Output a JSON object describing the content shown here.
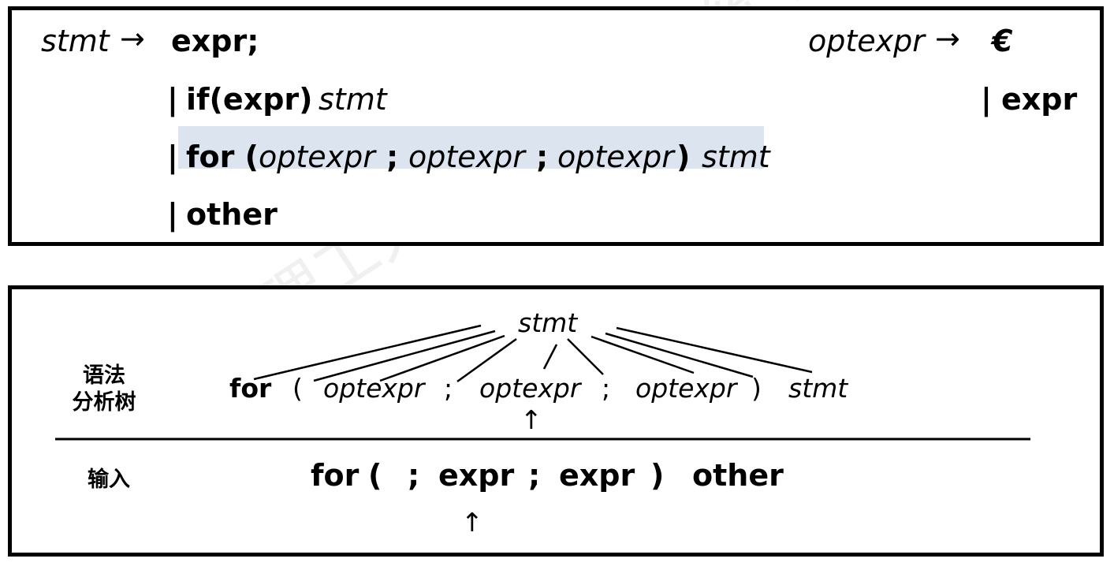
{
  "grammar": {
    "stmt_head": "stmt",
    "arrow": "→",
    "rule1": "expr;",
    "alt_bar": "|",
    "rule2_kw": "if(expr)",
    "rule2_nt": "stmt",
    "rule3_for": "for (",
    "rule3_opt1": "optexpr",
    "rule3_semi1": ";",
    "rule3_opt2": "optexpr",
    "rule3_semi2": ";",
    "rule3_opt3": "optexpr",
    "rule3_close": ")",
    "rule3_stmt": "stmt",
    "rule4": "other",
    "opt_head": "optexpr",
    "opt_eps": "€",
    "opt_alt": "expr"
  },
  "parse_tree": {
    "root": "stmt",
    "row_label": "语法\n分析树",
    "leaves": [
      "for",
      "(",
      "optexpr",
      ";",
      "optexpr",
      ";",
      "optexpr",
      ")",
      "stmt"
    ],
    "pointer": "↑"
  },
  "input": {
    "label": "输入",
    "tokens": [
      "for",
      "(",
      ";",
      "expr",
      ";",
      "expr",
      ")",
      "other"
    ],
    "pointer": "↑"
  },
  "watermark": "北京理工大学 计算机系统 嵩天",
  "colors": {
    "highlight": "#dce4ef",
    "border": "#000000"
  }
}
